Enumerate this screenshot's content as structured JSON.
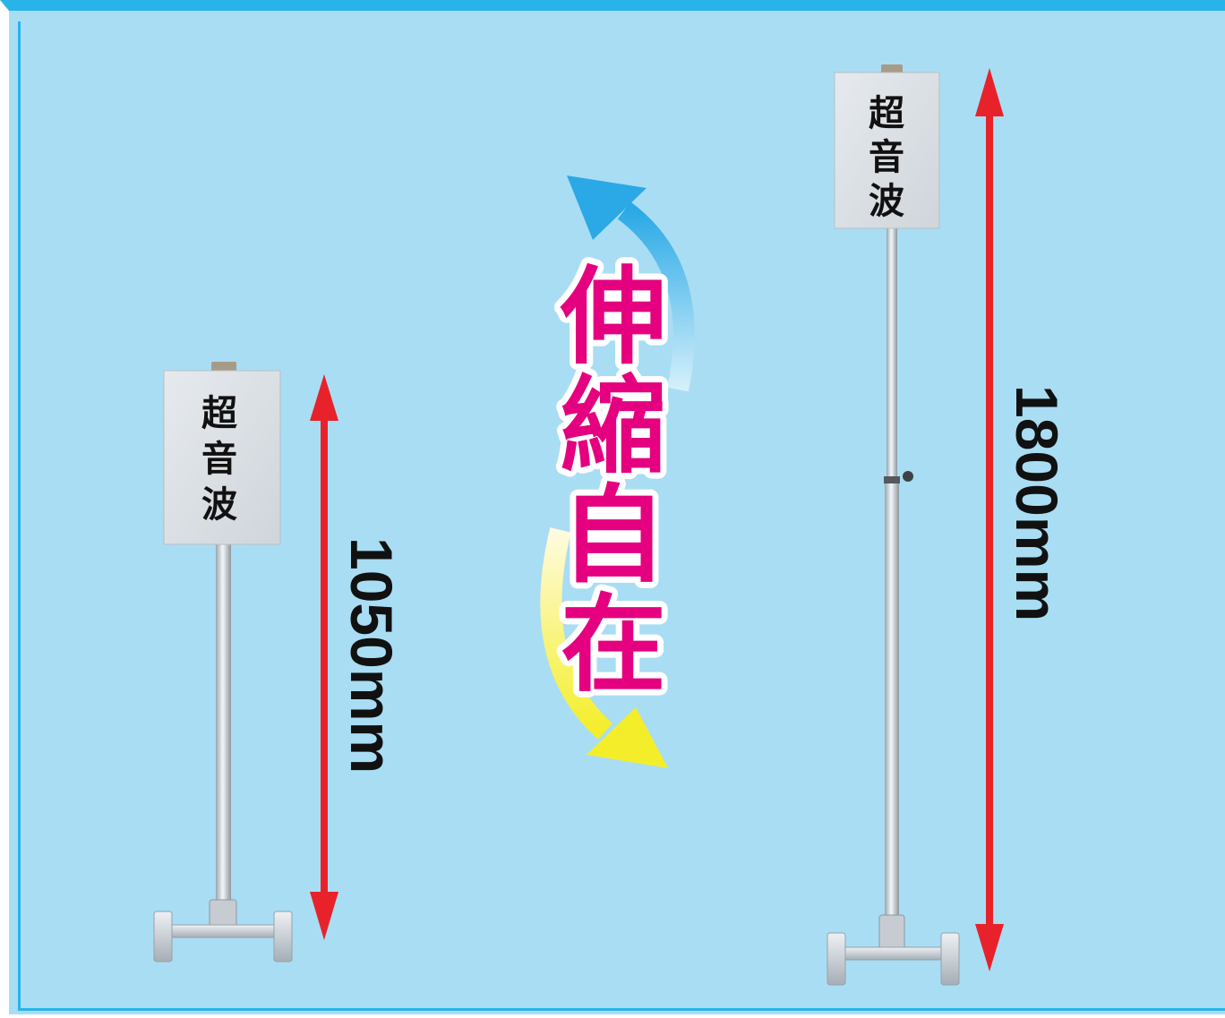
{
  "stands": [
    {
      "sign_text": [
        "超",
        "音",
        "波"
      ],
      "height_label": "1050mm"
    },
    {
      "sign_text": [
        "超",
        "音",
        "波"
      ],
      "height_label": "1800mm"
    }
  ],
  "center_heading": [
    "伸",
    "縮",
    "自",
    "在"
  ],
  "colors": {
    "background": "#a9ddf3",
    "frame_top": "#28b4e8",
    "dimension_arrow": "#e8222a",
    "heading_text": "#e4007f",
    "up_arrow": "#2aa9e6",
    "down_arrow": "#f4ee2a"
  },
  "icons": [
    "up-curved-arrow-icon",
    "down-curved-arrow-icon",
    "double-arrow-icon"
  ]
}
